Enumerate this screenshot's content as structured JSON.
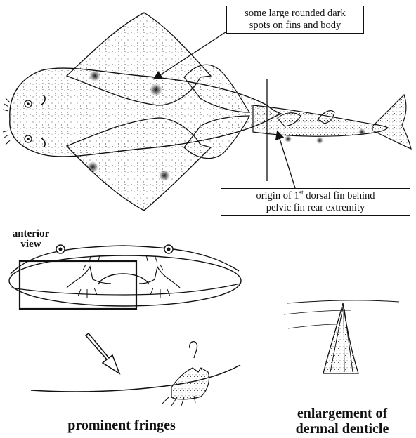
{
  "callouts": {
    "spots_line1": "some large rounded dark",
    "spots_line2": "spots on fins and body",
    "dorsal_pre": "origin of 1",
    "dorsal_sup": "st",
    "dorsal_post": " dorsal fin behind",
    "dorsal_line2": "pelvic fin rear extremity"
  },
  "labels": {
    "anterior_line1": "anterior",
    "anterior_line2": "view",
    "fringes": "prominent fringes",
    "denticle_line1": "enlargement of",
    "denticle_line2": "dermal denticle"
  },
  "colors": {
    "ink": "#111111",
    "background": "#ffffff"
  }
}
